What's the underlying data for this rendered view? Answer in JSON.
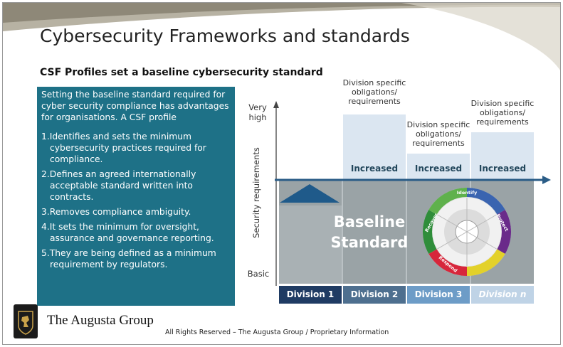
{
  "title": "Cybersecurity Frameworks and standards",
  "subtitle": "CSF Profiles set a baseline cybersecurity standard",
  "panel": {
    "intro": "Setting the baseline standard required for cyber security compliance has advantages for organisations. A CSF profile",
    "items": [
      "1.Identifies and sets the minimum cybersecurity practices required for compliance.",
      "2.Defines an agreed internationally acceptable standard written into contracts.",
      "3.Removes compliance ambiguity.",
      "4.It sets the minimum for oversight, assurance and governance reporting.",
      "5.They are being defined as a minimum requirement by regulators."
    ]
  },
  "brand": "The Augusta Group",
  "footer": "All Rights Reserved – The Augusta Group /  Proprietary Information",
  "diagram": {
    "y_axis_label": "Security requirements",
    "y_top_label": "Very high",
    "y_bottom_label": "Basic",
    "baseline_label": "Baseline Standard",
    "obligation_label": "Division specific obligations/ requirements",
    "increased_label": "Increased",
    "divisions": [
      "Division 1",
      "Division 2",
      "Division 3",
      "Division n"
    ],
    "wheel_labels": [
      "Identify",
      "Protect",
      "Recover",
      "Respond"
    ],
    "colors": {
      "panel": "#1e7187",
      "baseline": "#9aa3a6",
      "arrow": "#2a5c86",
      "div1": "#1f3b63",
      "div2": "#4e6f8f",
      "div3": "#6d9cc7",
      "divn": "#bfd3e6",
      "increase": "#dbe6f1"
    }
  }
}
